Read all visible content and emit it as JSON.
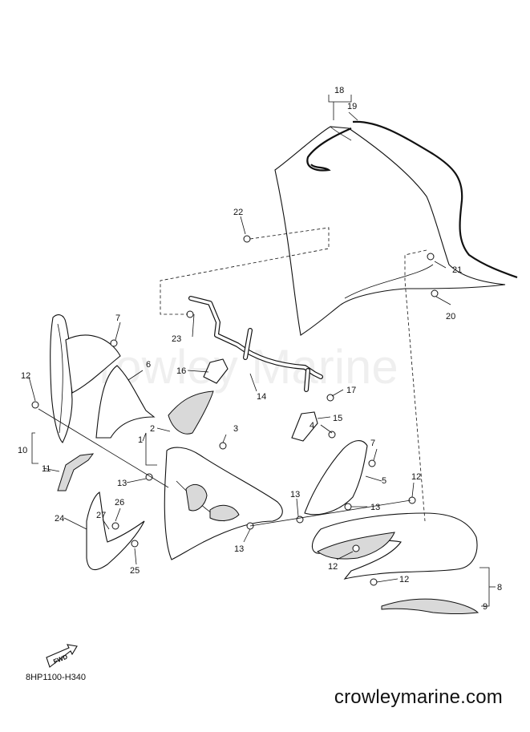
{
  "watermark": "Crowley Marine",
  "diagram_code": "8HP1100-H340",
  "footer": "crowleymarine.com",
  "fwd_label": "FWD",
  "callouts": {
    "c1": "1",
    "c2": "2",
    "c3": "3",
    "c4": "4",
    "c5": "5",
    "c6": "6",
    "c7a": "7",
    "c7b": "7",
    "c8": "8",
    "c9": "9",
    "c10": "10",
    "c11": "11",
    "c12a": "12",
    "c12b": "12",
    "c12c": "12",
    "c12d": "12",
    "c13a": "13",
    "c13b": "13",
    "c13c": "13",
    "c13d": "13",
    "c14": "14",
    "c15": "15",
    "c16": "16",
    "c17": "17",
    "c18": "18",
    "c19": "19",
    "c20": "20",
    "c21": "21",
    "c22": "22",
    "c23": "23",
    "c24": "24",
    "c25": "25",
    "c26": "26",
    "c27": "27"
  }
}
